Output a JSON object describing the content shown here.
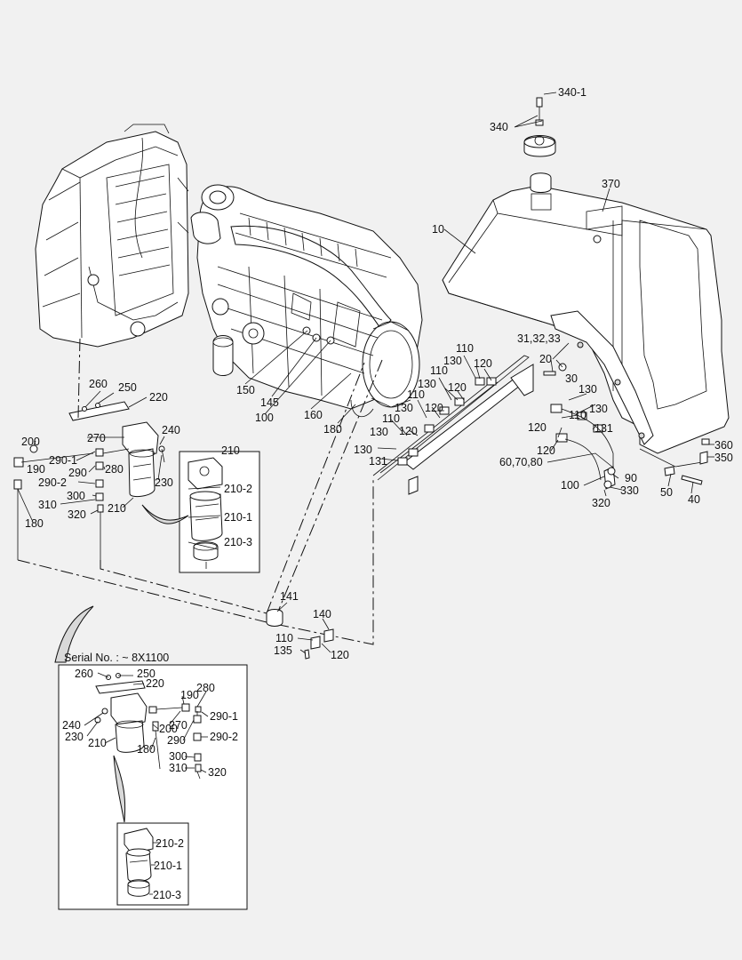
{
  "serial_note": "Serial No. : ~ 8X1100",
  "labels": {
    "l340_1": "340-1",
    "l340": "340",
    "l370": "370",
    "l10": "10",
    "l31": "31,32,33",
    "l20": "20",
    "l30": "30",
    "l110a": "110",
    "l130a": "130",
    "l120a": "120",
    "l110b": "110",
    "l130b": "130",
    "l120b": "120",
    "l110c": "110",
    "l130c": "130",
    "l120c": "120",
    "l110d": "110",
    "l130d": "130",
    "l120d": "120",
    "l130e": "130",
    "l131a": "131",
    "l130f": "130",
    "l120e": "120",
    "l110e": "110",
    "l130g": "130",
    "l131b": "131",
    "l120f": "120",
    "l60": "60,70,80",
    "l100b": "100",
    "l90": "90",
    "l330": "330",
    "l320b": "320",
    "l50": "50",
    "l40": "40",
    "l360": "360",
    "l350": "350",
    "l150": "150",
    "l145": "145",
    "l100a": "100",
    "l160": "160",
    "l180b": "180",
    "l260": "260",
    "l250": "250",
    "l220": "220",
    "l240": "240",
    "l200": "200",
    "l270": "270",
    "l290_1": "290-1",
    "l290": "290",
    "l290_2": "290-2",
    "l280": "280",
    "l190": "190",
    "l300": "300",
    "l310": "310",
    "l320": "320",
    "l210": "210",
    "l230": "230",
    "l180": "180",
    "l210box": "210",
    "l210_2": "210-2",
    "l210_1": "210-1",
    "l210_3": "210-3",
    "l141": "141",
    "l140": "140",
    "l110f": "110",
    "l135": "135",
    "l120g": "120",
    "s260": "260",
    "s250": "250",
    "s220": "220",
    "s280": "280",
    "s190": "190",
    "s290_1": "290-1",
    "s240": "240",
    "s230": "230",
    "s210": "210",
    "s200": "200",
    "s270": "270",
    "s290": "290",
    "s290_2": "290-2",
    "s180": "180",
    "s300": "300",
    "s310": "310",
    "s320": "320",
    "s210_2": "210-2",
    "s210_1": "210-1",
    "s210_3": "210-3"
  }
}
